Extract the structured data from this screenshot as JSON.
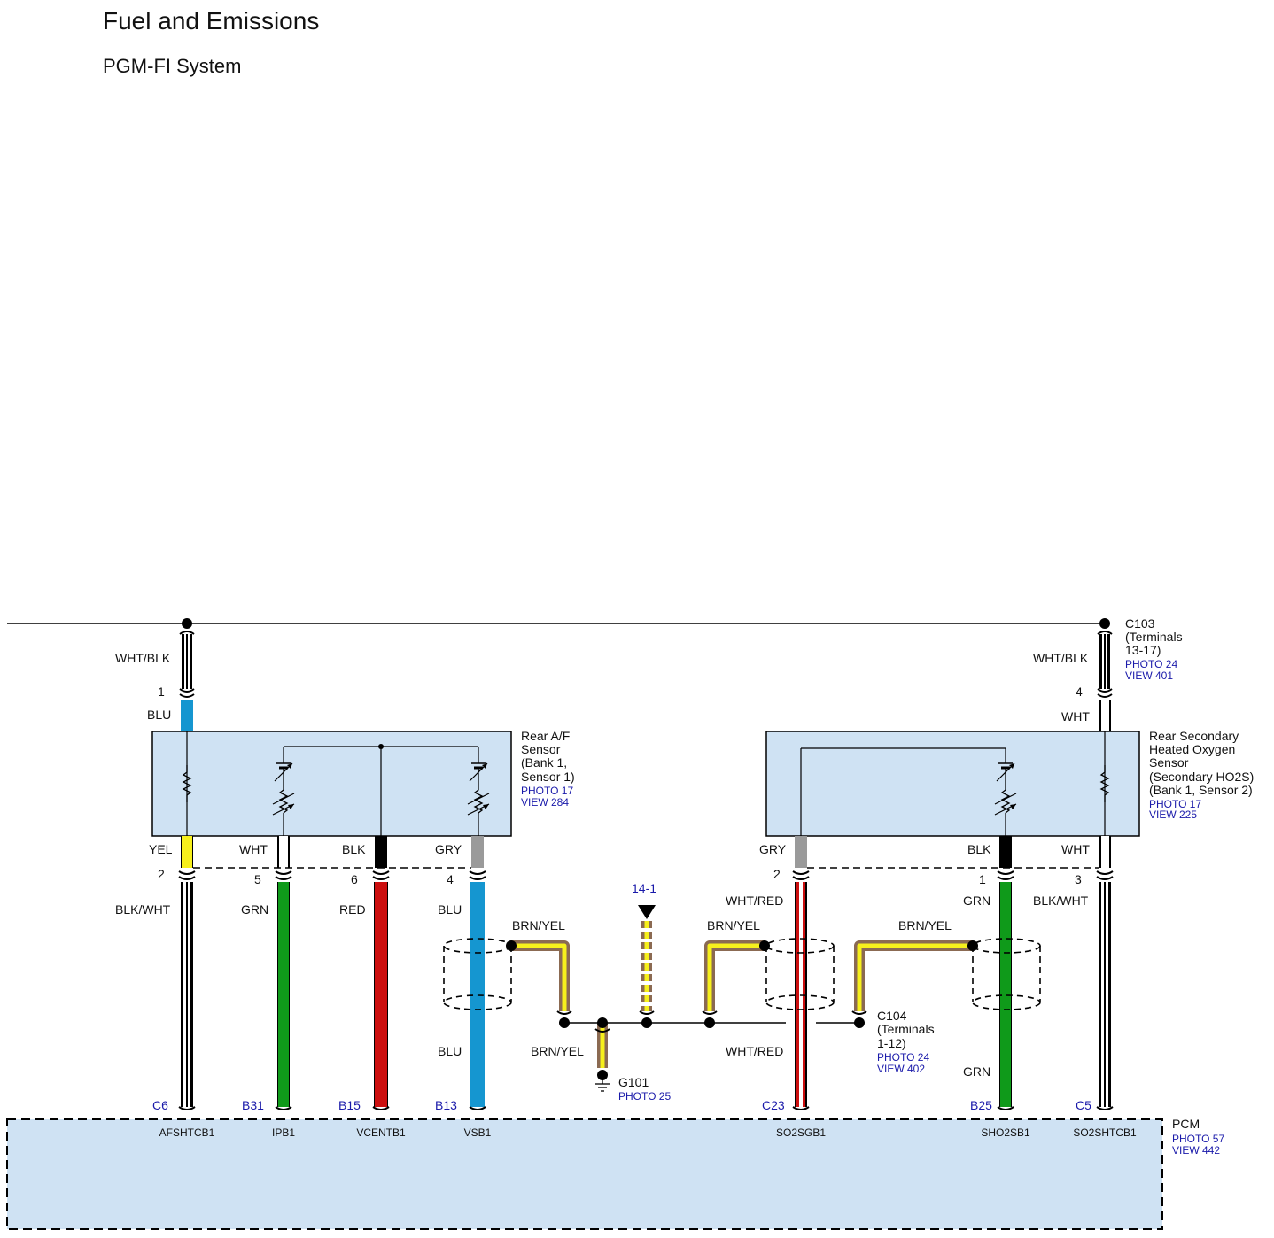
{
  "header": {
    "title": "Fuel and Emissions",
    "subtitle": "PGM-FI System"
  },
  "colors": {
    "BLU": "#1596d0",
    "YEL": "#f7f01c",
    "WHT": "#ffffff",
    "BLK": "#000000",
    "GRY": "#9a9a9a",
    "GRN": "#0f9a1a",
    "RED": "#cc0f0f",
    "BRN": "#8b6a52",
    "component_fill": "#cfe2f3",
    "blue_text": "#1a1aaa"
  },
  "connectors": {
    "c103": {
      "name": "C103",
      "terminals": "(Terminals",
      "terminals2": "13-17)",
      "photo": "PHOTO 24",
      "view": "VIEW 401"
    },
    "c104": {
      "name": "C104",
      "terminals": "(Terminals",
      "terminals2": "1-12)",
      "photo": "PHOTO 24",
      "view": "VIEW 402"
    }
  },
  "components": {
    "af_sensor": {
      "line1": "Rear A/F",
      "line2": "Sensor",
      "line3": "(Bank 1,",
      "line4": "Sensor 1)",
      "photo": "PHOTO 17",
      "view": "VIEW 284"
    },
    "ho2s": {
      "line1": "Rear Secondary",
      "line2": "Heated Oxygen",
      "line3": "Sensor",
      "line4": "(Secondary HO2S)",
      "line5": "(Bank 1, Sensor 2)",
      "photo": "PHOTO 17",
      "view": "VIEW 225"
    },
    "pcm": {
      "name": "PCM",
      "photo": "PHOTO 57",
      "view": "VIEW 442"
    }
  },
  "ground": {
    "name": "G101",
    "photo": "PHOTO 25"
  },
  "reference": "14-1",
  "wire_labels": {
    "wht_blk_left": "WHT/BLK",
    "pin1_left": "1",
    "blu_top": "BLU",
    "wht_blk_right": "WHT/BLK",
    "pin4_right": "4",
    "wht_top_right": "WHT",
    "yel": "YEL",
    "wht_af": "WHT",
    "blk_af": "BLK",
    "gry_af": "GRY",
    "pin2_af": "2",
    "pin5_af": "5",
    "pin6_af": "6",
    "pin4_af": "4",
    "blk_wht_left": "BLK/WHT",
    "grn_left": "GRN",
    "red": "RED",
    "blu_mid": "BLU",
    "blu_low": "BLU",
    "gry_ho": "GRY",
    "blk_ho": "BLK",
    "wht_ho": "WHT",
    "pin2_ho": "2",
    "pin1_ho": "1",
    "pin3_ho": "3",
    "wht_red_top": "WHT/RED",
    "grn_right": "GRN",
    "blk_wht_right": "BLK/WHT",
    "wht_red_low": "WHT/RED",
    "grn_right_low": "GRN",
    "brn_yel_1": "BRN/YEL",
    "brn_yel_2": "BRN/YEL",
    "brn_yel_3": "BRN/YEL",
    "brn_yel_gnd": "BRN/YEL"
  },
  "pcm_terminals": [
    {
      "pin": "C6",
      "signal": "AFSHTCB1"
    },
    {
      "pin": "B31",
      "signal": "IPB1"
    },
    {
      "pin": "B15",
      "signal": "VCENTB1"
    },
    {
      "pin": "B13",
      "signal": "VSB1"
    },
    {
      "pin": "C23",
      "signal": "SO2SGB1"
    },
    {
      "pin": "B25",
      "signal": "SHO2SB1"
    },
    {
      "pin": "C5",
      "signal": "SO2SHTCB1"
    }
  ]
}
